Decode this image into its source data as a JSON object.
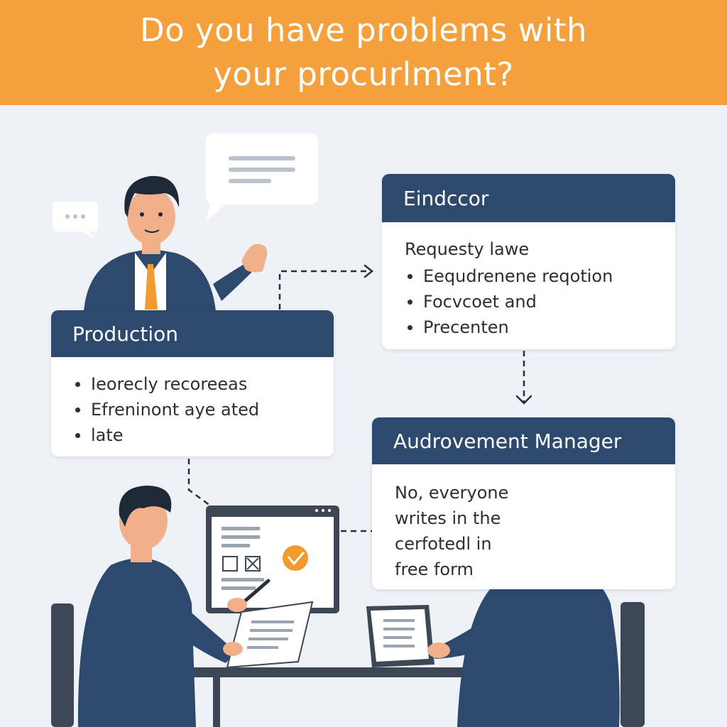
{
  "banner": {
    "title_line1": "Do you have problems with",
    "title_line2": "your procurlment?"
  },
  "cards": {
    "production": {
      "title": "Production",
      "items": [
        "Ieorecly recoreeas",
        "Efreninont aye ated",
        "late"
      ]
    },
    "endccor": {
      "title": "Eindccor",
      "subtitle": "Requesty lawe",
      "items": [
        "Eequdrenene reqotion",
        "Focvcoet and",
        "Precenten"
      ]
    },
    "manager": {
      "title": "Audrovement Manager",
      "lines": [
        "No, everyone",
        "writes in the",
        "cerfotedl in",
        "free form"
      ]
    }
  },
  "colors": {
    "banner": "#f4a03c",
    "card_header": "#2d4a6e",
    "background": "#eef2f7",
    "accent": "#f39a2e"
  }
}
